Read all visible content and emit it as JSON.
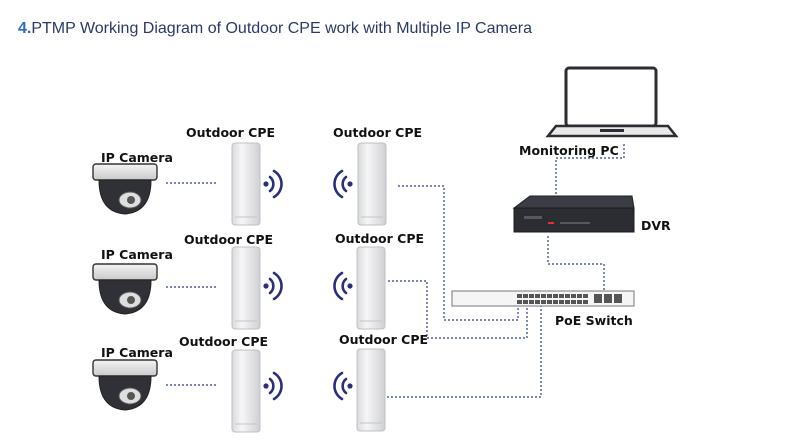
{
  "title": {
    "number": "4.",
    "text": "PTMP Working Diagram of Outdoor CPE work with Multiple IP Camera"
  },
  "rows": [
    {
      "camera_label": "IP Camera",
      "cpe_left_label": "Outdoor CPE",
      "cpe_right_label": "Outdoor CPE"
    },
    {
      "camera_label": "IP Camera",
      "cpe_left_label": "Outdoor CPE",
      "cpe_right_label": "Outdoor CPE"
    },
    {
      "camera_label": "IP Camera",
      "cpe_left_label": "Outdoor CPE",
      "cpe_right_label": "Outdoor CPE"
    }
  ],
  "devices": {
    "pc_label": "Monitoring PC",
    "dvr_label": "DVR",
    "switch_label": "PoE Switch"
  },
  "colors": {
    "link_line": "#2c3e8c",
    "wifi_wave": "#2a2f7a",
    "device_dark": "#2b2d33"
  }
}
